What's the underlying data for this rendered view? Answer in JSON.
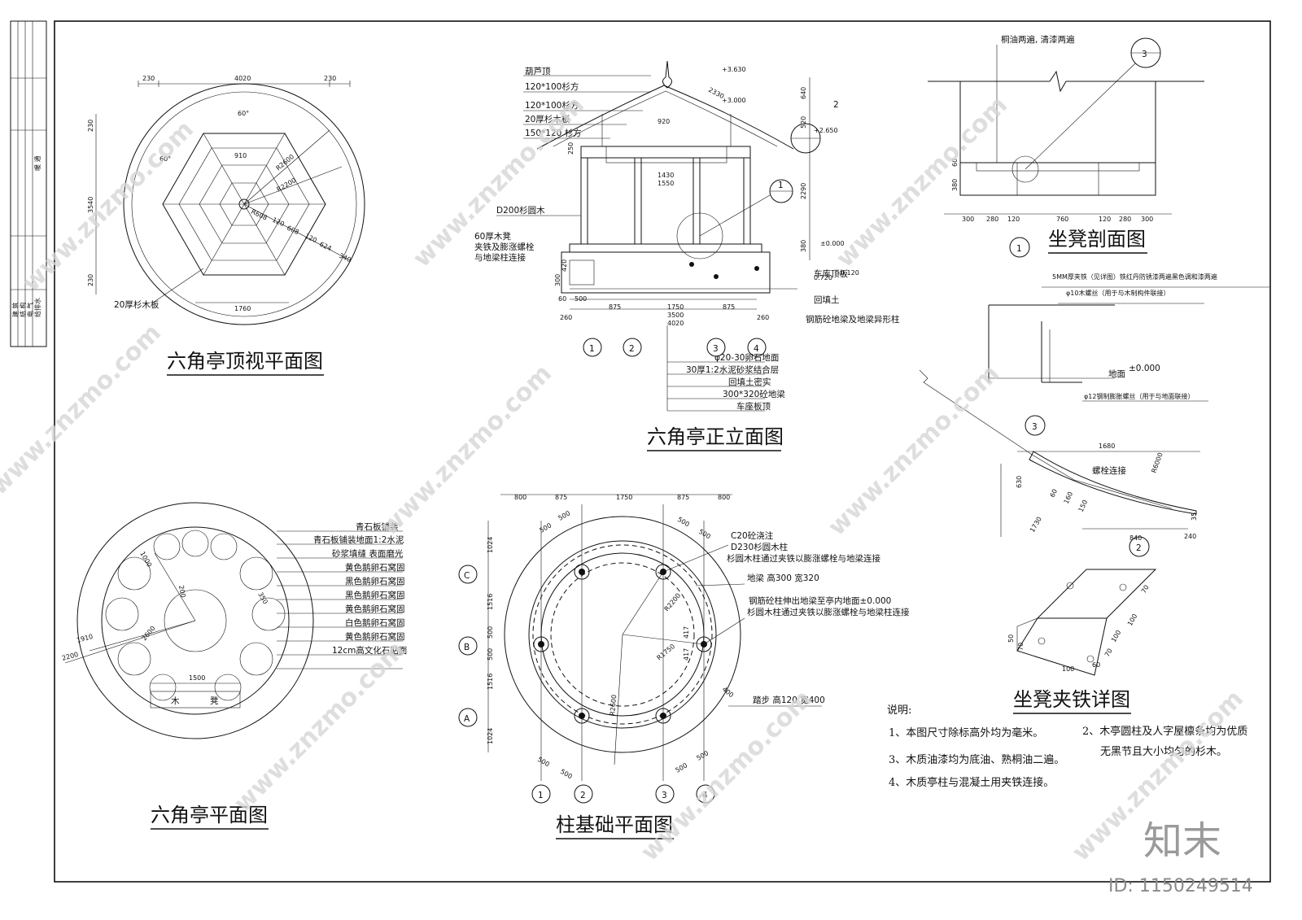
{
  "drawing_titles": {
    "roof_plan": "六角亭顶视平面图",
    "elevation": "六角亭正立面图",
    "floor_plan": "六角亭平面图",
    "foundation_plan": "柱基础平面图",
    "bench_section": "坐凳剖面图",
    "bench_clamp": "坐凳夹铁详图"
  },
  "roof_plan": {
    "dims": [
      "230",
      "4020",
      "230",
      "60°",
      "910",
      "R2600",
      "R2200",
      "3540",
      "230",
      "230",
      "60°",
      "1760",
      "R608",
      "120",
      "608",
      "120",
      "624",
      "340"
    ],
    "labels": [
      "20厚杉木板"
    ]
  },
  "elevation": {
    "labels": [
      "葫芦顶",
      "120*100杉方",
      "120*100杉方",
      "20厚杉木板",
      "150*120 杉方",
      "D200杉圆木",
      "60厚木凳",
      "夹铁及膨涨螺栓",
      "与地梁柱连接",
      "车库顶板",
      "回填土",
      "钢筋砼地梁及地梁异形柱"
    ],
    "elevations": [
      "+3.630",
      "+3.000",
      "+2.650",
      "±0.000",
      "0.720",
      "-0.120"
    ],
    "dims": [
      "2330",
      "640",
      "520",
      "250",
      "920",
      "1430",
      "1550",
      "2290",
      "380",
      "300",
      "420",
      "260",
      "500",
      "60",
      "875",
      "1750",
      "3500",
      "4020",
      "875",
      "260"
    ],
    "layers": [
      "φ20-30卵石地面",
      "30厚1:2水泥砂浆结合层",
      "回填土密实",
      "300*320砼地梁",
      "车座板顶"
    ],
    "axes": [
      "1",
      "2",
      "3",
      "4"
    ],
    "callouts": [
      "2",
      "1"
    ]
  },
  "floor_plan": {
    "labels": [
      "青石板铺装",
      "青石板铺装地面1:2水泥",
      "砂浆填缝 表面磨光",
      "黄色鹅卵石窝固",
      "黑色鹅卵石窝固",
      "黑色鹅卵石窝固",
      "黄色鹅卵石窝固",
      "白色鹅卵石窝固",
      "黄色鹅卵石窝固",
      "12cm高文化石贴面"
    ],
    "dims": [
      "1910",
      "2200",
      "2600",
      "1500",
      "200",
      "350",
      "1000"
    ],
    "bench_text": [
      "木",
      "凳"
    ]
  },
  "foundation_plan": {
    "top_dims": [
      "800",
      "875",
      "1750",
      "875",
      "800"
    ],
    "left_dims": [
      "1024",
      "1516",
      "500",
      "500",
      "1516",
      "1024"
    ],
    "radius_dims": [
      "R2200",
      "R1750",
      "R2600",
      "417",
      "417",
      "400",
      "500",
      "500",
      "500",
      "500",
      "500",
      "500",
      "500",
      "500"
    ],
    "axes_rows": [
      "C",
      "B",
      "A"
    ],
    "axes_cols": [
      "1",
      "2",
      "3",
      "4"
    ],
    "labels": [
      "C20砼浇注",
      "D230杉圆木柱",
      "杉圆木柱通过夹铁以膨涨螺栓与地梁连接",
      "地梁  高300  宽320",
      "钢筋砼柱伸出地梁至亭内地面±0.000",
      "杉圆木柱通过夹铁以膨涨螺栓与地梁柱连接",
      "踏步  高120  宽400"
    ]
  },
  "bench_section": {
    "top_note": "桐油两遍, 清漆两遍",
    "dims": [
      "300",
      "280",
      "120",
      "760",
      "120",
      "280",
      "300",
      "380",
      "60"
    ],
    "callouts": [
      "3",
      "1"
    ]
  },
  "clamp_detail": {
    "labels": [
      "5MM厚夹铁（见详图）铁红丹防锈漆两遍黑色调和漆两遍",
      "φ10木螺丝（用于与木制构件联接）",
      "地面",
      "±0.000",
      "φ12钢制膨胀螺丝（用于与地面联接）",
      "螺栓连接"
    ],
    "dims": [
      "1680",
      "R6000",
      "630",
      "60",
      "160",
      "150",
      "1730",
      "840",
      "240",
      "35",
      "70",
      "100",
      "50",
      "70",
      "100",
      "60",
      "70",
      "100"
    ],
    "callouts": [
      "3",
      "2"
    ]
  },
  "notes": {
    "title": "说明:",
    "items": [
      "1、本图尺寸除标高外均为毫米。",
      "2、木亭圆柱及人字屋檩条均为优质",
      "无黑节且大小均匀的杉木。",
      "3、木质油漆均为底油、熟桐油二遍。",
      "4、木质亭柱与混凝土用夹铁连接。"
    ]
  },
  "title_block": {
    "cells": [
      "建 筑",
      "结 构",
      "电 气",
      "给排水",
      "暖 通"
    ]
  },
  "watermark": {
    "text": "www.znzmo.com",
    "brand": "知末",
    "id": "ID: 1150249514"
  }
}
